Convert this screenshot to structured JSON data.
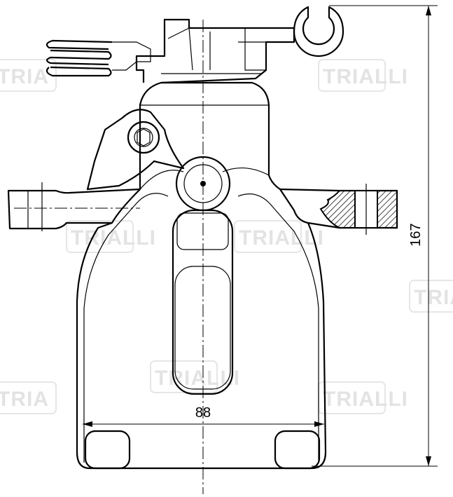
{
  "drawing": {
    "dimensions": [
      {
        "name": "width",
        "value": "88"
      },
      {
        "name": "height",
        "value": "167"
      }
    ],
    "watermark": {
      "text": "TRIALLI"
    }
  }
}
